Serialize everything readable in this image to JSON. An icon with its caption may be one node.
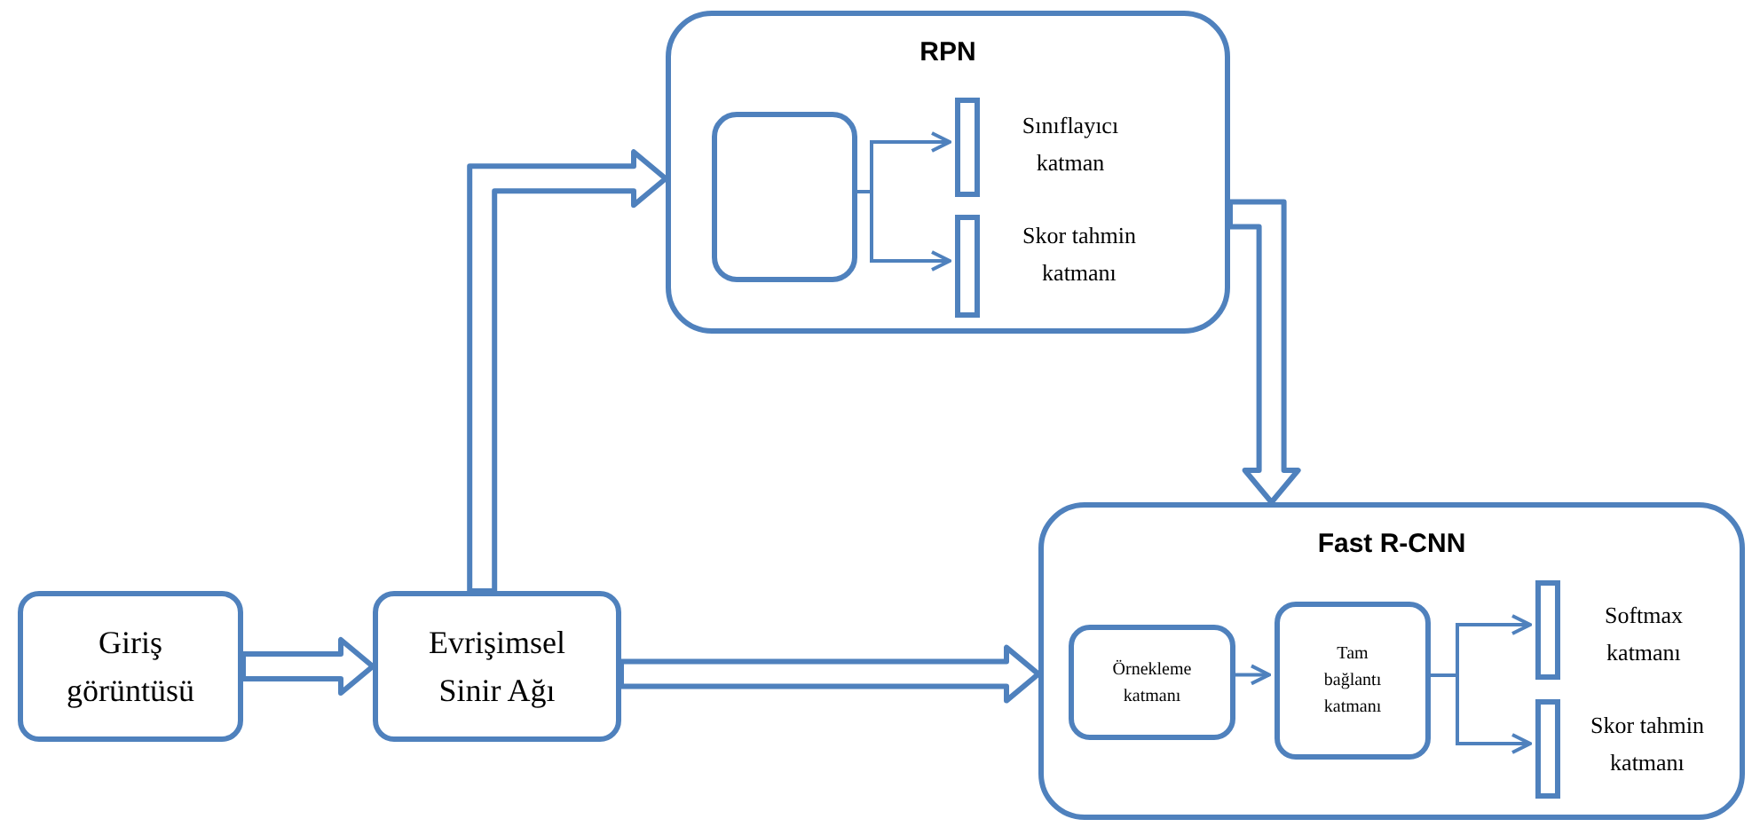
{
  "diagram": {
    "nodes": [
      {
        "text": [
          "Giriş görüntüsü"
        ]
      },
      {
        "text": [
          "Evrişimsel Sinir Ağı"
        ]
      },
      {
        "text": [
          "RPN"
        ]
      },
      {
        "text": [],
        "shape": "box",
        "in": 2
      },
      {
        "text": [],
        "shape": "bar",
        "in": 2,
        "beside": [
          "Sınıflayıcı katman"
        ]
      },
      {
        "text": [],
        "shape": "bar",
        "in": 2,
        "beside": [
          "Skor tahmin katmanı"
        ]
      },
      {
        "text": [
          "Fast R-CNN"
        ]
      },
      {
        "text": [
          "Örnekleme katmanı"
        ],
        "in": 6
      },
      {
        "text": [
          "Tam bağlantı katmanı"
        ],
        "in": 6
      },
      {
        "text": [],
        "shape": "bar",
        "in": 6,
        "beside": [
          "Softmax katmanı"
        ]
      },
      {
        "text": [],
        "shape": "bar",
        "in": 6,
        "beside": [
          "Skor tahmin katmanı"
        ]
      }
    ],
    "edges": [
      {
        "from": 0,
        "to": 1,
        "arrow": "to",
        "style": "thick"
      },
      {
        "from": 1,
        "to": 2,
        "arrow": "to",
        "style": "thick"
      },
      {
        "from": 1,
        "to": 6,
        "arrow": "to",
        "style": "thick"
      },
      {
        "from": 2,
        "to": 6,
        "arrow": "to",
        "style": "thick"
      },
      {
        "from": 3,
        "to": 4,
        "arrow": "to"
      },
      {
        "from": 3,
        "to": 5,
        "arrow": "to"
      },
      {
        "from": 7,
        "to": 8,
        "arrow": "to"
      },
      {
        "from": 8,
        "to": 9,
        "arrow": "to"
      },
      {
        "from": 8,
        "to": 10,
        "arrow": "to"
      }
    ]
  }
}
